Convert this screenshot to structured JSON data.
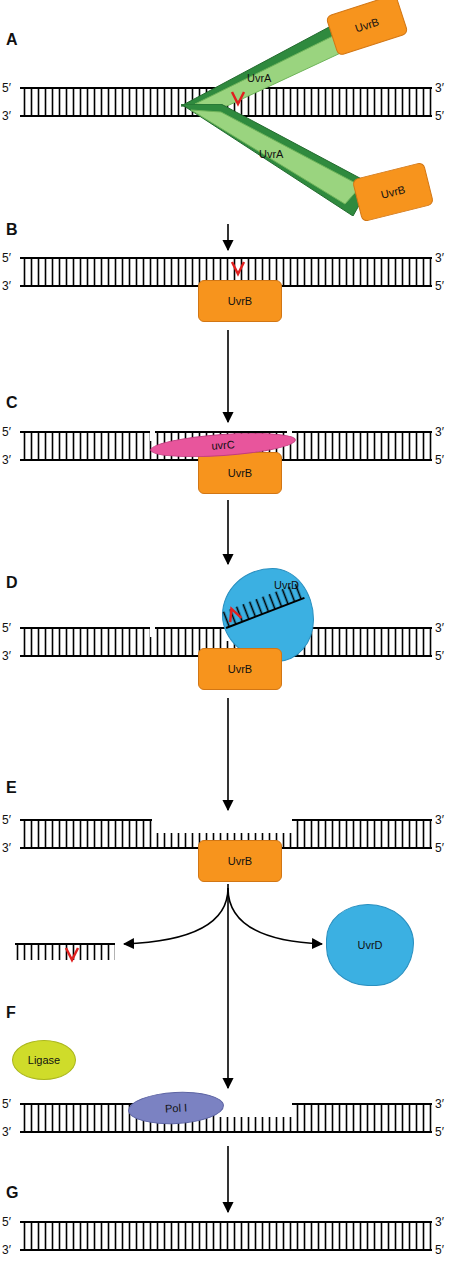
{
  "diagram": {
    "nodes": [
      {
        "text": [
          "UvrB"
        ]
      },
      {
        "text": [
          "UvrA"
        ]
      },
      {
        "text": [
          "UvrA"
        ]
      },
      {
        "text": [
          "UvrB"
        ]
      },
      {
        "text": [
          "UvrB"
        ]
      },
      {
        "text": [
          "uvrC"
        ]
      },
      {
        "text": [
          "UvrB"
        ]
      },
      {
        "text": [
          "UvrD"
        ]
      },
      {
        "text": [
          "UvrB"
        ]
      },
      {
        "text": [
          "UvrB"
        ]
      },
      {
        "text": [
          "UvrD"
        ]
      },
      {
        "text": [
          "Ligase"
        ]
      },
      {
        "text": [
          "Pol I"
        ]
      }
    ],
    "labels": [
      "A",
      "5′",
      "3′",
      "3′",
      "5′",
      "B",
      "5′",
      "3′",
      "3′",
      "5′",
      "C",
      "5′",
      "3′",
      "3′",
      "5′",
      "D",
      "5′",
      "3′",
      "3′",
      "5′",
      "E",
      "5′",
      "3′",
      "3′",
      "5′",
      "F",
      "5′",
      "3′",
      "3′",
      "5′",
      "G",
      "5′",
      "3′",
      "3′",
      "5′"
    ]
  }
}
